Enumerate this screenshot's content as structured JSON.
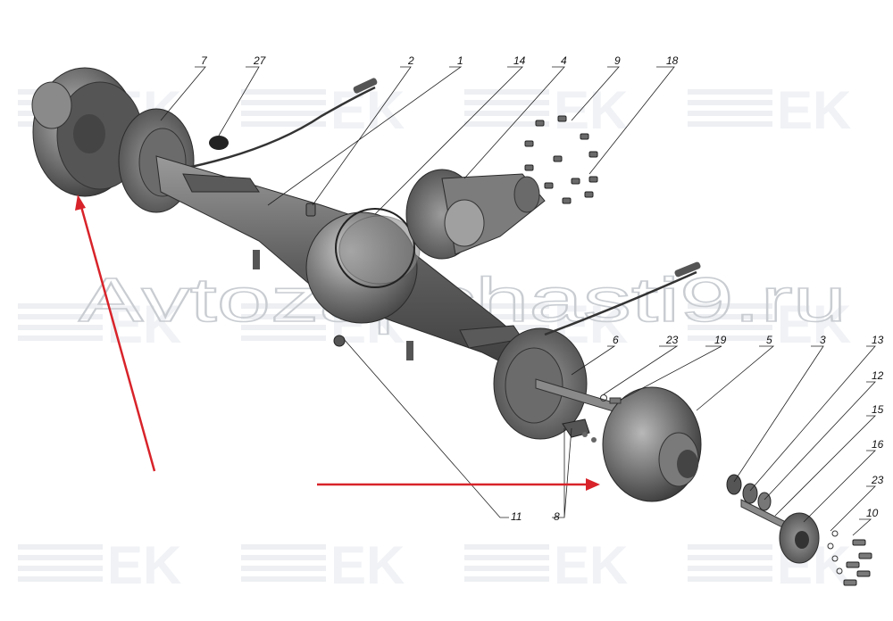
{
  "watermark": {
    "site_text": "Avtozapchasti9.ru",
    "logo_text": "EK",
    "color": "#c9cdd2"
  },
  "callouts": [
    "7",
    "27",
    "2",
    "1",
    "14",
    "4",
    "9",
    "18",
    "6",
    "23",
    "19",
    "5",
    "3",
    "13",
    "12",
    "15",
    "16",
    "23",
    "10",
    "11",
    "8"
  ],
  "arrow_color": "#d8232a",
  "part_color": "#7a7a7a"
}
